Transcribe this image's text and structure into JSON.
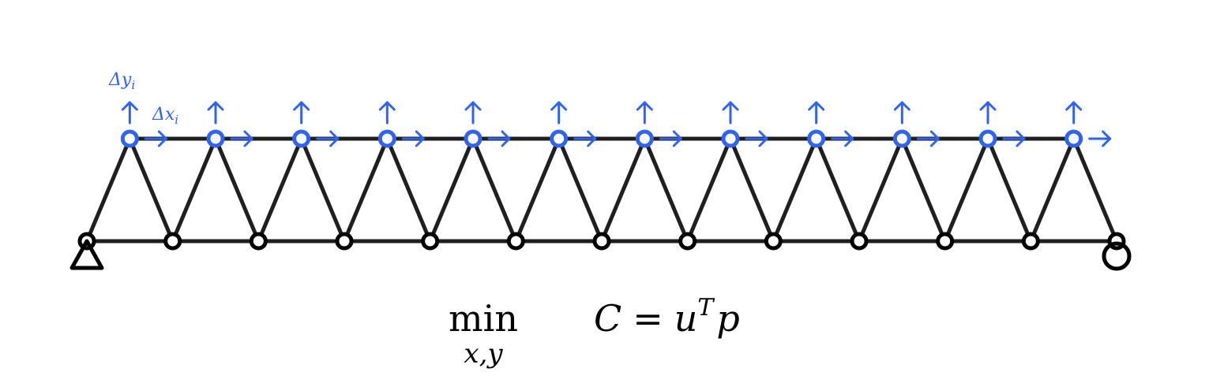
{
  "diagram": {
    "bottom_node_count": 13,
    "top_node_count": 12,
    "colors": {
      "member": "#1f1f1f",
      "node_outline": "#000000",
      "design_variable": "#2f63f0"
    },
    "labels": {
      "delta_y": {
        "main": "Δy",
        "sub": "i"
      },
      "delta_x": {
        "main": "Δx",
        "sub": "i"
      }
    },
    "supports": {
      "left": "pin-triangle",
      "right": "roller-circle"
    }
  },
  "formula": {
    "operator": "min",
    "operator_subscript": "x,y",
    "lhs": "C",
    "equals": "=",
    "u": "u",
    "superscript": "T",
    "p": "p"
  }
}
